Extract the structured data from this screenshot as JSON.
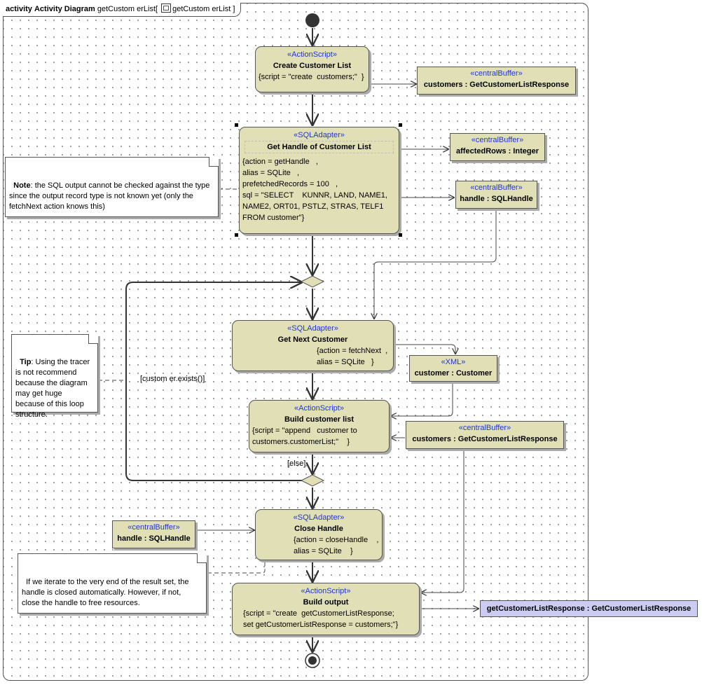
{
  "frame": {
    "kind": "activity",
    "type_label": "Activity Diagram",
    "name": "getCustom erList",
    "bracket_label": "getCustom erList"
  },
  "actions": {
    "create_customer_list": {
      "stereotype": "«ActionScript»",
      "name": "Create Customer List",
      "body": "{script = \"create  customers;\"  }"
    },
    "get_handle": {
      "stereotype": "«SQLAdapter»",
      "name": "Get Handle of Customer List",
      "body": "{action = getHandle   ,\nalias = SQLite   ,\nprefetchedRecords = 100   ,\nsql = \"SELECT    KUNNR, LAND, NAME1,\nNAME2, ORT01, PSTLZ, STRAS, TELF1\nFROM customer\"}"
    },
    "get_next_customer": {
      "stereotype": "«SQLAdapter»",
      "name": "Get Next Customer",
      "body": "{action = fetchNext  ,\nalias = SQLite   }"
    },
    "build_customer_list": {
      "stereotype": "«ActionScript»",
      "name": "Build customer list",
      "body": "{script = \"append   customer to\ncustomers.customerList;\"    }"
    },
    "close_handle": {
      "stereotype": "«SQLAdapter»",
      "name": "Close Handle",
      "body": "{action = closeHandle    ,\nalias = SQLite    }"
    },
    "build_output": {
      "stereotype": "«ActionScript»",
      "name": "Build output",
      "body": "{script = \"create  getCustomerListResponse;\nset getCustomerListResponse = customers;\"}"
    }
  },
  "objects": {
    "customers_1": {
      "stereotype": "«centralBuffer»",
      "name": "customers : GetCustomerListResponse"
    },
    "affected_rows": {
      "stereotype": "«centralBuffer»",
      "name": "affectedRows : Integer"
    },
    "handle_1": {
      "stereotype": "«centralBuffer»",
      "name": "handle : SQLHandle"
    },
    "customer": {
      "stereotype": "«XML»",
      "name": "customer : Customer"
    },
    "customers_2": {
      "stereotype": "«centralBuffer»",
      "name": "customers : GetCustomerListResponse"
    },
    "handle_2": {
      "stereotype": "«centralBuffer»",
      "name": "handle : SQLHandle"
    },
    "response": {
      "name": "getCustomerListResponse : GetCustomerListResponse"
    }
  },
  "notes": {
    "sql_note": {
      "lead": "Note",
      "text": ": the SQL output cannot be checked against the type\nsince the output record type is not known yet (only the\nfetchNext action knows this)"
    },
    "tip_note": {
      "lead": "Tip",
      "text": ": Using the tracer\nis not recommend\nbecause the diagram\nmay get huge\nbecause of this loop\nstructure."
    },
    "close_note": {
      "text": "If we iterate to the very end of the result set, the\nhandle is closed automatically. However, if not,\nclose the handle to free resources."
    }
  },
  "guards": {
    "loop_guard": "[custom er.exists()]",
    "else_guard": "[else]"
  },
  "colors": {
    "action_fill": "#e1dfb6",
    "stereotype_text": "#2036d6",
    "output_pin_fill": "#ccccf2",
    "line": "#333333"
  }
}
